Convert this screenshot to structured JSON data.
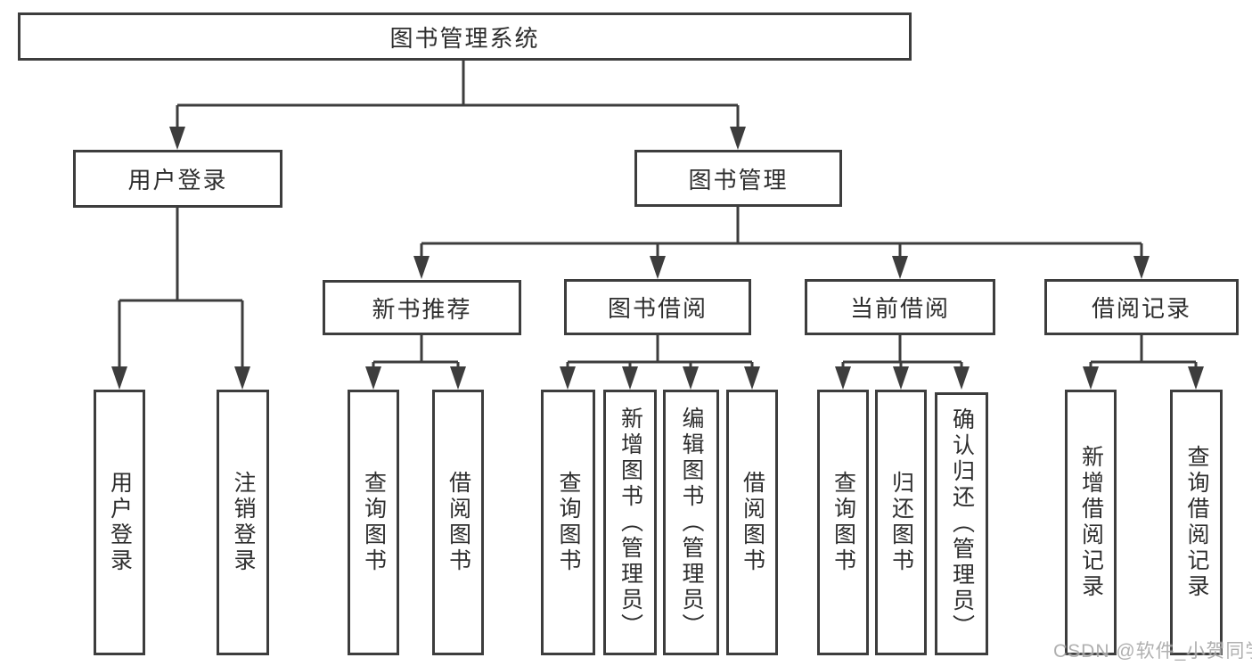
{
  "diagram_type": "hierarchy-tree",
  "tree": {
    "label": "图书管理系统",
    "children": [
      {
        "label": "用户登录",
        "children": [
          {
            "label": "用户登录"
          },
          {
            "label": "注销登录"
          }
        ]
      },
      {
        "label": "图书管理",
        "children": [
          {
            "label": "新书推荐",
            "children": [
              {
                "label": "查询图书"
              },
              {
                "label": "借阅图书"
              }
            ]
          },
          {
            "label": "图书借阅",
            "children": [
              {
                "label": "查询图书"
              },
              {
                "label": "新增图书（管理员）"
              },
              {
                "label": "编辑图书（管理员）"
              },
              {
                "label": "借阅图书"
              }
            ]
          },
          {
            "label": "当前借阅",
            "children": [
              {
                "label": "查询图书"
              },
              {
                "label": "归还图书"
              },
              {
                "label": "确认归还（管理员）"
              }
            ]
          },
          {
            "label": "借阅记录",
            "children": [
              {
                "label": "新增借阅记录"
              },
              {
                "label": "查询借阅记录"
              }
            ]
          }
        ]
      }
    ]
  },
  "watermark": "CSDN @软件_小贺同学",
  "colors": {
    "line": "#3d3d3d",
    "box_border": "#3d3d3d",
    "text": "#2e2e2e",
    "watermark": "#a8a8a8",
    "background": "#ffffff"
  }
}
